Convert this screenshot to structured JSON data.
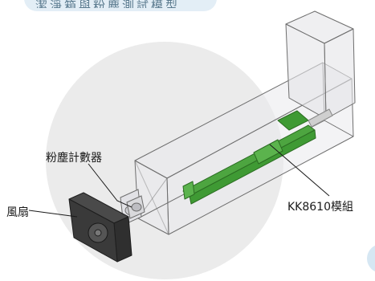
{
  "title": "潔淨箱與粉塵測試模型",
  "labels": {
    "dust_counter": "粉塵計數器",
    "fan": "風扇",
    "kk_module": "KK8610模組"
  },
  "colors": {
    "background_circle": "#ebebeb",
    "title_pill": "#e3eef6",
    "box_stroke": "#6e6e6e",
    "box_fill": "#e9e9ec",
    "rail_green": "#3f9a34",
    "fan_dark": "#3a3a3a",
    "leader_line": "#1a1a1a"
  }
}
